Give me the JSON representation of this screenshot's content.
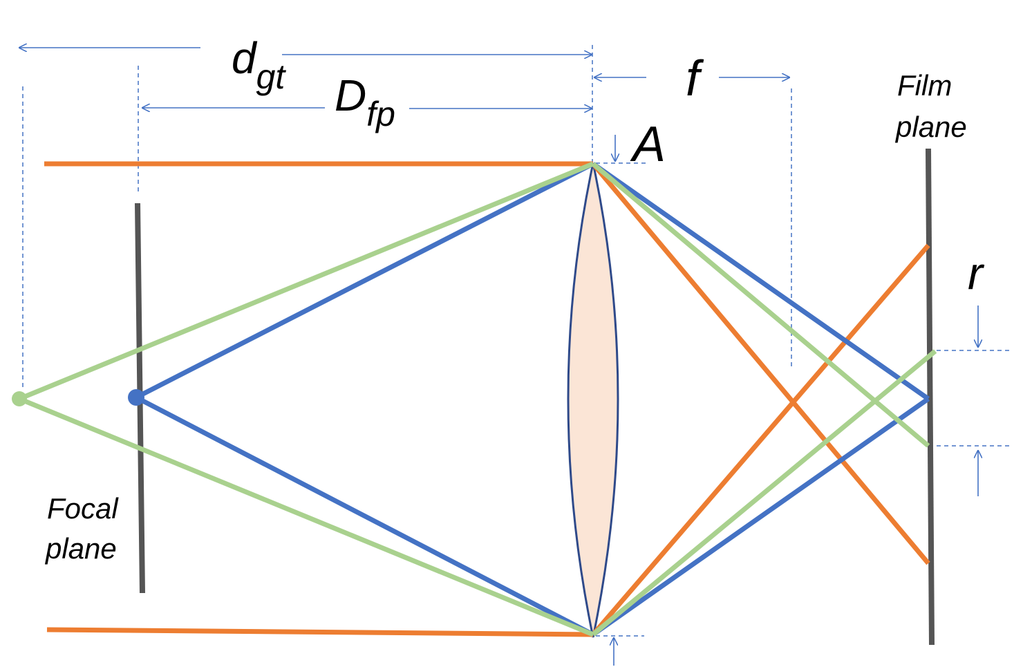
{
  "labels": {
    "d_main": "d",
    "d_sub": "gt",
    "D_main": "D",
    "D_sub": "fp",
    "f": "f",
    "A": "A",
    "r": "r",
    "film_line1": "Film",
    "film_line2": "plane",
    "focal_line1": "Focal",
    "focal_line2": "plane"
  },
  "colors": {
    "orange": "#ED7D31",
    "blue": "#4472C4",
    "green": "#A9D18E",
    "plane": "#555555",
    "lens_fill": "#FBE5D6",
    "lens_stroke": "#2F4A8A",
    "dimension": "#4472C4"
  }
}
